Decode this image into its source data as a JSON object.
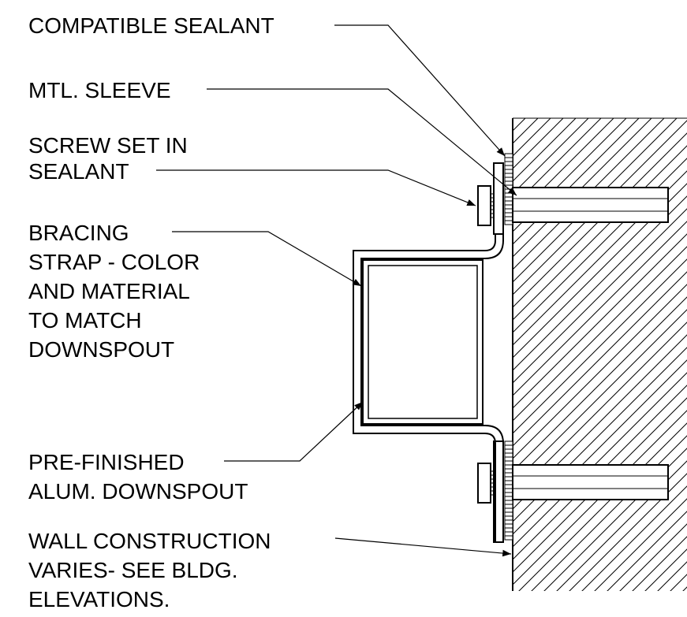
{
  "labels": {
    "sealant": [
      "COMPATIBLE SEALANT"
    ],
    "sleeve": [
      "MTL. SLEEVE"
    ],
    "screw": [
      "SCREW SET IN",
      "SEALANT"
    ],
    "strap": [
      "BRACING",
      "STRAP - COLOR",
      "AND MATERIAL",
      "TO MATCH",
      "DOWNSPOUT"
    ],
    "downspout": [
      "PRE-FINISHED",
      "ALUM. DOWNSPOUT"
    ],
    "wall": [
      "WALL CONSTRUCTION",
      "VARIES- SEE BLDG.",
      "ELEVATIONS."
    ]
  },
  "colors": {
    "line": "#000000",
    "background": "#ffffff"
  }
}
